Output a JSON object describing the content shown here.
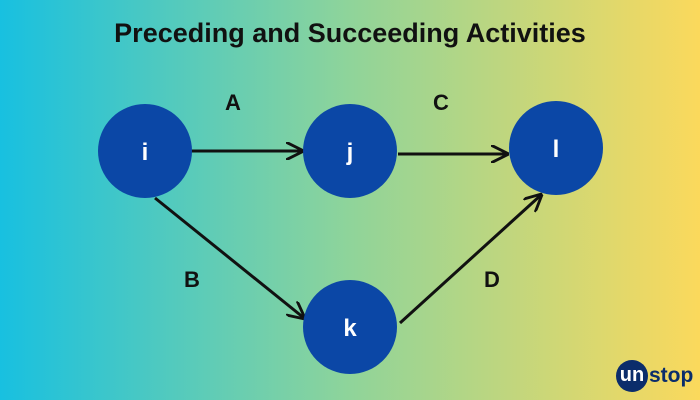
{
  "title": "Preceding and Succeeding Activities",
  "colors": {
    "node_fill": "#0b47a6",
    "arrow": "#111111",
    "brand": "#0b2d6b"
  },
  "nodes": [
    {
      "id": "i",
      "label": "i"
    },
    {
      "id": "j",
      "label": "j"
    },
    {
      "id": "k",
      "label": "k"
    },
    {
      "id": "l",
      "label": "l"
    }
  ],
  "edges": [
    {
      "from": "i",
      "to": "j",
      "label": "A"
    },
    {
      "from": "j",
      "to": "l",
      "label": "C"
    },
    {
      "from": "i",
      "to": "k",
      "label": "B"
    },
    {
      "from": "k",
      "to": "l",
      "label": "D"
    }
  ],
  "logo": {
    "mark": "un",
    "rest": "stop"
  }
}
